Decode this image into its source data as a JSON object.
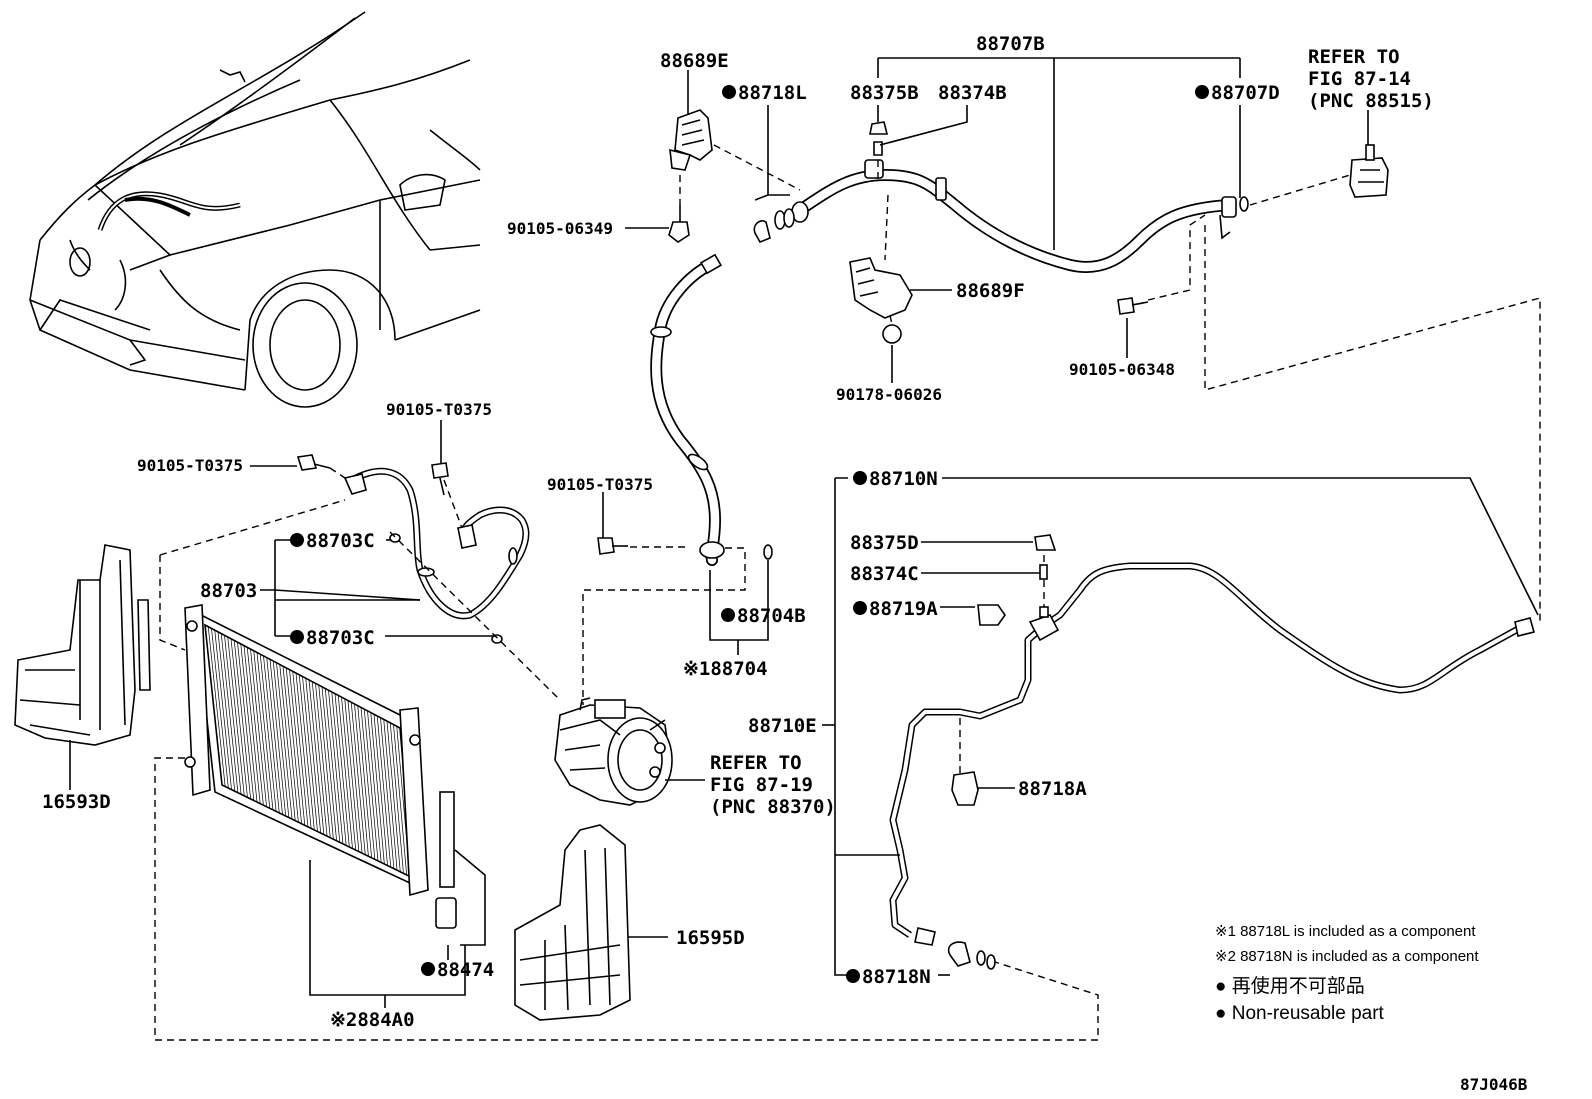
{
  "labels": {
    "p88707B": "88707B",
    "p88689E": "88689E",
    "p88718L": "88718L",
    "p88375B": "88375B",
    "p88374B": "88374B",
    "p88707D": "88707D",
    "refer1_l1": "REFER TO",
    "refer1_l2": "FIG 87-14",
    "refer1_l3": "(PNC 88515)",
    "p90105_06349": "90105-06349",
    "p88689F": "88689F",
    "p90105_06348": "90105-06348",
    "p90178_06026": "90178-06026",
    "p90105_T0375_a": "90105-T0375",
    "p90105_T0375_b": "90105-T0375",
    "p90105_T0375_c": "90105-T0375",
    "p88703C_a": "88703C",
    "p88703": "88703",
    "p88703C_b": "88703C",
    "p88704B": "88704B",
    "p88704": "※188704",
    "p88710N": "88710N",
    "p88375D": "88375D",
    "p88374C": "88374C",
    "p88719A": "88719A",
    "p88710E": "88710E",
    "p88718A": "88718A",
    "p88718N": "88718N",
    "refer2_l1": "REFER TO",
    "refer2_l2": "FIG 87-19",
    "refer2_l3": "(PNC 88370)",
    "p16593D": "16593D",
    "p16595D": "16595D",
    "p88474": "88474",
    "p884A0": "※2884A0",
    "diagram_id": "87J046B"
  },
  "notes": {
    "note1": "※1 88718L is included as a component",
    "note2": "※2 88718N is included as a component",
    "legend_jp": "● 再使用不可部品",
    "legend_en": "● Non-reusable part"
  },
  "colors": {
    "ink": "#000000",
    "paper": "#ffffff"
  }
}
